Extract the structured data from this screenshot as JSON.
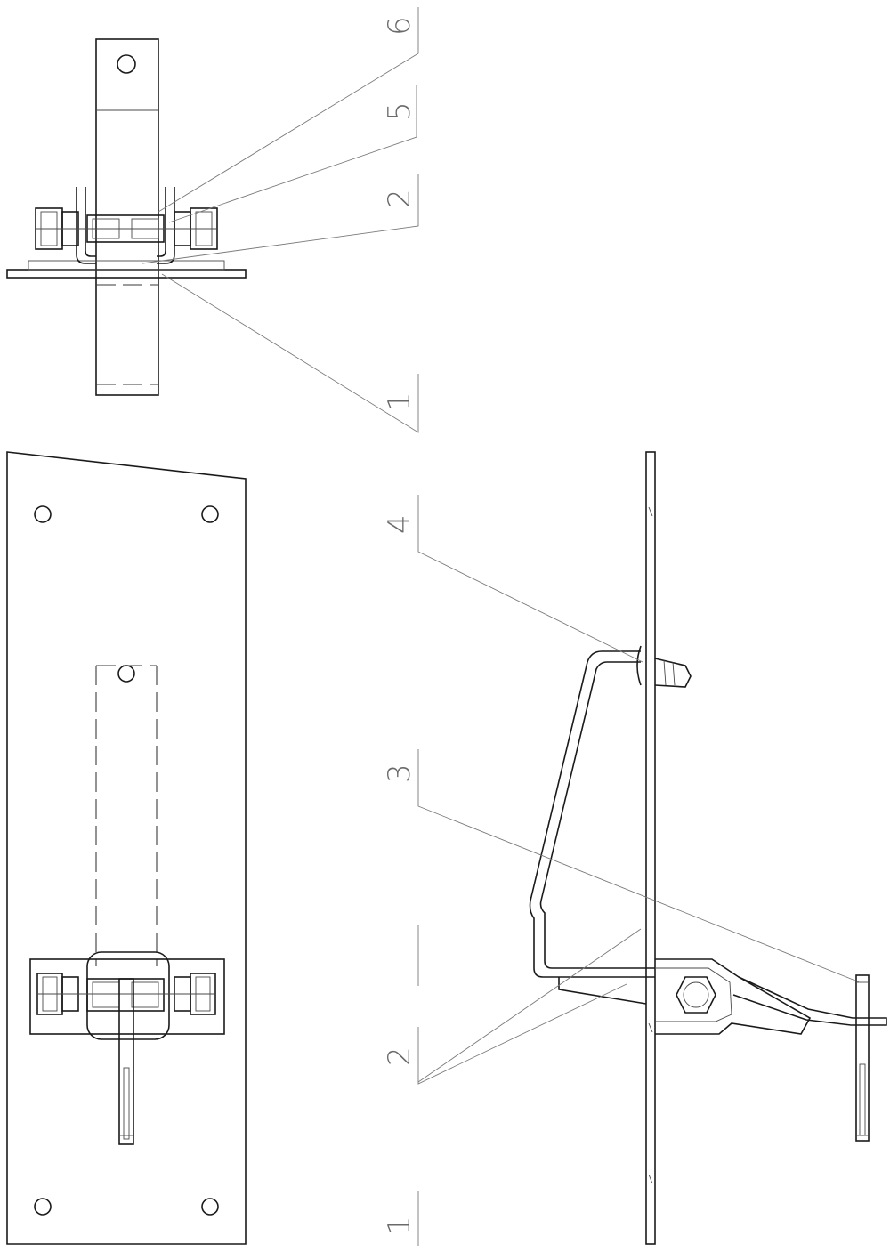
{
  "diagram": {
    "part_numbers_top_view": [
      "6",
      "5",
      "2",
      "1"
    ],
    "part_numbers_side_view": [
      "4",
      "3",
      "2",
      "1"
    ]
  },
  "colors": {
    "line": "#1a1a1a",
    "leader": "#7a7a7a",
    "label": "#6a6a6a"
  }
}
